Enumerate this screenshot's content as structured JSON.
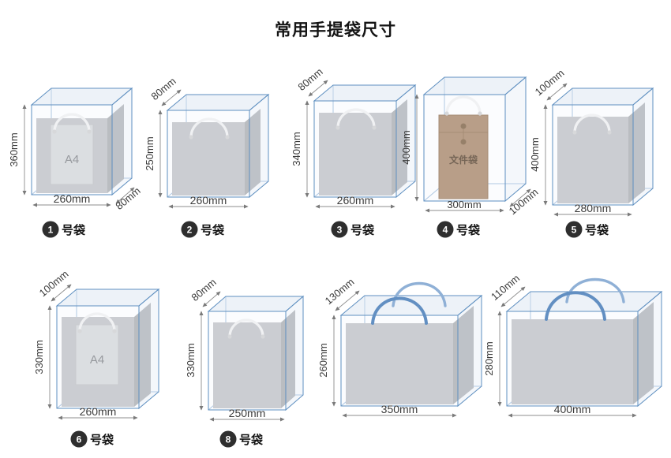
{
  "title": "常用手提袋尺寸",
  "bags": [
    {
      "num": "1",
      "suffix": "号袋",
      "height": "360mm",
      "width": "260mm",
      "depth": "80mm",
      "content_label": "A4"
    },
    {
      "num": "2",
      "suffix": "号袋",
      "height": "250mm",
      "width": "260mm",
      "depth": "80mm"
    },
    {
      "num": "3",
      "suffix": "号袋",
      "height": "340mm",
      "width": "260mm",
      "depth": "80mm"
    },
    {
      "num": "4",
      "suffix": "号袋",
      "height": "400mm",
      "width": "300mm",
      "depth": "100mm",
      "content_label": "文件袋"
    },
    {
      "num": "5",
      "suffix": "号袋",
      "height": "400mm",
      "width": "280mm",
      "depth": "100mm"
    },
    {
      "num": "6",
      "suffix": "号袋",
      "height": "330mm",
      "width": "260mm",
      "depth": "100mm",
      "content_label": "A4"
    },
    {
      "num": "8",
      "suffix": "号袋",
      "height": "330mm",
      "width": "250mm",
      "depth": "80mm"
    },
    {
      "height": "260mm",
      "width": "350mm",
      "depth": "130mm"
    },
    {
      "height": "280mm",
      "width": "400mm",
      "depth": "110mm"
    }
  ],
  "colors": {
    "wireframe_blue": "#5e8fc0",
    "bag_gray": "#c7c9cc",
    "bag_gray_side": "#b4b6b9",
    "kraft_brown": "#b29276",
    "handle_blue": "#628fc2",
    "badge_black": "#2e2e2e",
    "dim_text": "#3b3b3b"
  }
}
